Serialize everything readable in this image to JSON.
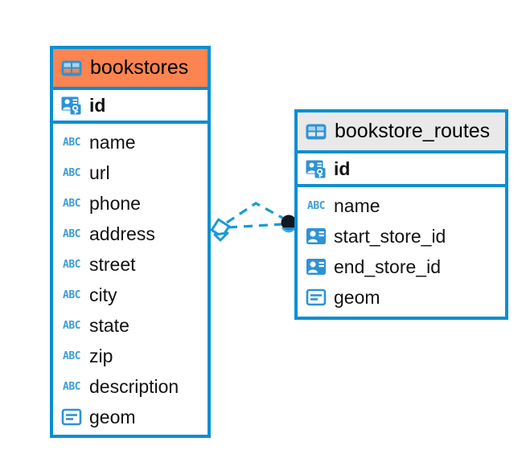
{
  "diagram": {
    "type": "entity-relationship-diagram",
    "background": "#ffffff",
    "accent_blue": "#0a8fd0",
    "header_orange": "#fc8450",
    "header_grey": "#e9e9e9",
    "icon_blue": "#3d9fd6",
    "text_color": "#111111"
  },
  "entities": [
    {
      "name": "bookstores",
      "header_style": "orange",
      "header_icon": "table-icon",
      "primary_key": {
        "name": "id",
        "icon": "primary-key-icon"
      },
      "fields": [
        {
          "name": "name",
          "icon": "text-type-icon"
        },
        {
          "name": "url",
          "icon": "text-type-icon"
        },
        {
          "name": "phone",
          "icon": "text-type-icon"
        },
        {
          "name": "address",
          "icon": "text-type-icon"
        },
        {
          "name": "street",
          "icon": "text-type-icon"
        },
        {
          "name": "city",
          "icon": "text-type-icon"
        },
        {
          "name": "state",
          "icon": "text-type-icon"
        },
        {
          "name": "zip",
          "icon": "text-type-icon"
        },
        {
          "name": "description",
          "icon": "text-type-icon"
        },
        {
          "name": "geom",
          "icon": "geometry-type-icon"
        }
      ]
    },
    {
      "name": "bookstore_routes",
      "header_style": "grey",
      "header_icon": "table-icon",
      "primary_key": {
        "name": "id",
        "icon": "primary-key-icon"
      },
      "fields": [
        {
          "name": "name",
          "icon": "text-type-icon"
        },
        {
          "name": "start_store_id",
          "icon": "foreign-key-icon"
        },
        {
          "name": "end_store_id",
          "icon": "foreign-key-icon"
        },
        {
          "name": "geom",
          "icon": "geometry-type-icon"
        }
      ]
    }
  ],
  "relationships": [
    {
      "from": "bookstores",
      "to": "bookstore_routes",
      "style": "dashed",
      "color": "#1b9ad6",
      "source_marker": "diamond-marker",
      "target_marker": "filled-circle-marker"
    },
    {
      "from": "bookstores",
      "to": "bookstore_routes",
      "style": "dashed",
      "color": "#1b9ad6",
      "source_marker": "diamond-marker",
      "target_marker": "filled-circle-marker"
    }
  ],
  "icon_labels": {
    "text_type": "ABC"
  }
}
